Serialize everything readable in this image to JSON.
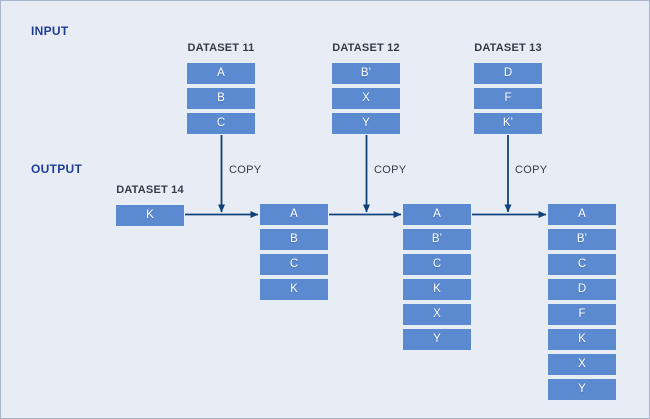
{
  "labels": {
    "input": "INPUT",
    "output": "OUTPUT",
    "copy": "COPY"
  },
  "input_datasets": [
    {
      "title": "DATASET 11",
      "boxes": [
        "A",
        "B",
        "C"
      ]
    },
    {
      "title": "DATASET 12",
      "boxes": [
        "B’",
        "X",
        "Y"
      ]
    },
    {
      "title": "DATASET 13",
      "boxes": [
        "D",
        "F",
        "K’"
      ]
    }
  ],
  "output_datasets": [
    {
      "title": "DATASET 14",
      "boxes": [
        "K"
      ]
    },
    {
      "title": "",
      "boxes": [
        "A",
        "B",
        "C",
        "K"
      ]
    },
    {
      "title": "",
      "boxes": [
        "A",
        "B’",
        "C",
        "K",
        "X",
        "Y"
      ]
    },
    {
      "title": "",
      "boxes": [
        "A",
        "B’",
        "C",
        "D",
        "F",
        "K",
        "X",
        "Y"
      ]
    }
  ],
  "colors": {
    "background": "#e8edf5",
    "canvas_border": "#a9b6ca",
    "box_fill": "#5b8ad1",
    "box_text": "#ffffff",
    "arrow": "#11427c",
    "section_label": "#1f3e96",
    "title_text": "#363b44"
  }
}
